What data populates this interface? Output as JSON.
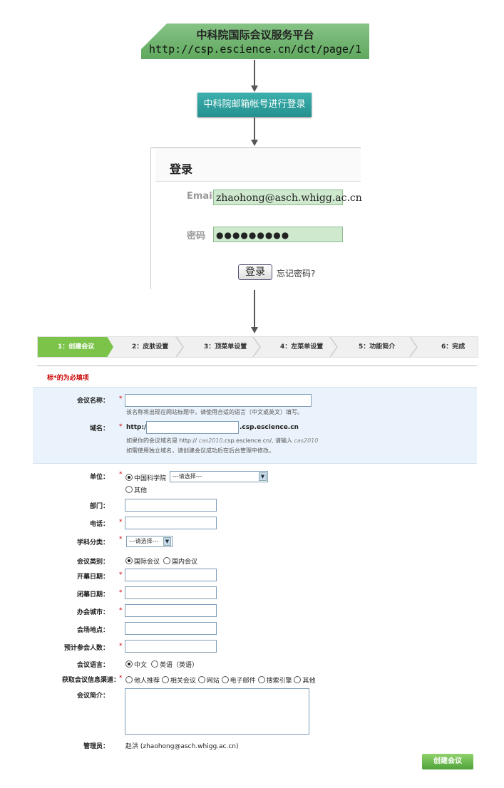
{
  "banner": {
    "title": "中科院国际会议服务平台",
    "url": "http://csp.escience.cn/dct/page/1"
  },
  "step_login_label": "中科院邮箱帐号进行登录",
  "login": {
    "heading": "登录",
    "email_label": "Email",
    "email_value": "zhaohong@asch.whigg.ac.cn",
    "password_label": "密码",
    "password_value": "●●●●●●●●●",
    "submit_label": "登录",
    "forgot_label": "忘记密码?"
  },
  "wizard": {
    "steps": [
      "1：创建会议",
      "2：皮肤设置",
      "3：顶菜单设置",
      "4：左菜单设置",
      "5：功能简介",
      "6：完成"
    ]
  },
  "required_note": "标*的为必填项",
  "form": {
    "name_label": "会议名称：",
    "name_hint": "该名称将出现在网站标题中，请使用合适的语言（中文或英文）填写。",
    "domain_label": "域名：",
    "domain_prefix": "http://",
    "domain_suffix": ".csp.escience.cn",
    "domain_hint1a": "如果你的会议域名是 http://",
    "domain_hint1b": "cas2010",
    "domain_hint1c": ".csp.escience.cn/, 请输入",
    "domain_hint1d": "cas2010",
    "domain_hint2": "如需使用独立域名，请创建会议成功后在后台管理中修改。",
    "unit_label": "单位：",
    "unit_option1": "中国科学院",
    "unit_select": "---请选择---",
    "unit_option2": "其他",
    "dept_label": "部门：",
    "phone_label": "电话：",
    "subject_label": "学科分类：",
    "subject_select": "---请选择---",
    "type_label": "会议类别：",
    "type_option1": "国际会议",
    "type_option2": "国内会议",
    "start_label": "开幕日期：",
    "end_label": "闭幕日期：",
    "city_label": "办会城市：",
    "venue_label": "会场地点：",
    "attendees_label": "预计参会人数：",
    "lang_label": "会议语言：",
    "lang_option1": "中文",
    "lang_option2": "英语（英语）",
    "channel_label": "获取会议信息渠道：",
    "channels": [
      "他人推荐",
      "相关会议",
      "网站",
      "电子邮件",
      "搜索引擎",
      "其他"
    ],
    "intro_label": "会议简介：",
    "admin_label": "管理员：",
    "admin_value": "赵洪 (zhaohong@asch.whigg.ac.cn)",
    "create_button": "创建会议"
  },
  "colors": {
    "banner_green": "#6fb46f",
    "teal": "#2a9d9b",
    "wizard_active": "#7cc34a",
    "required_red": "#cc0000"
  }
}
